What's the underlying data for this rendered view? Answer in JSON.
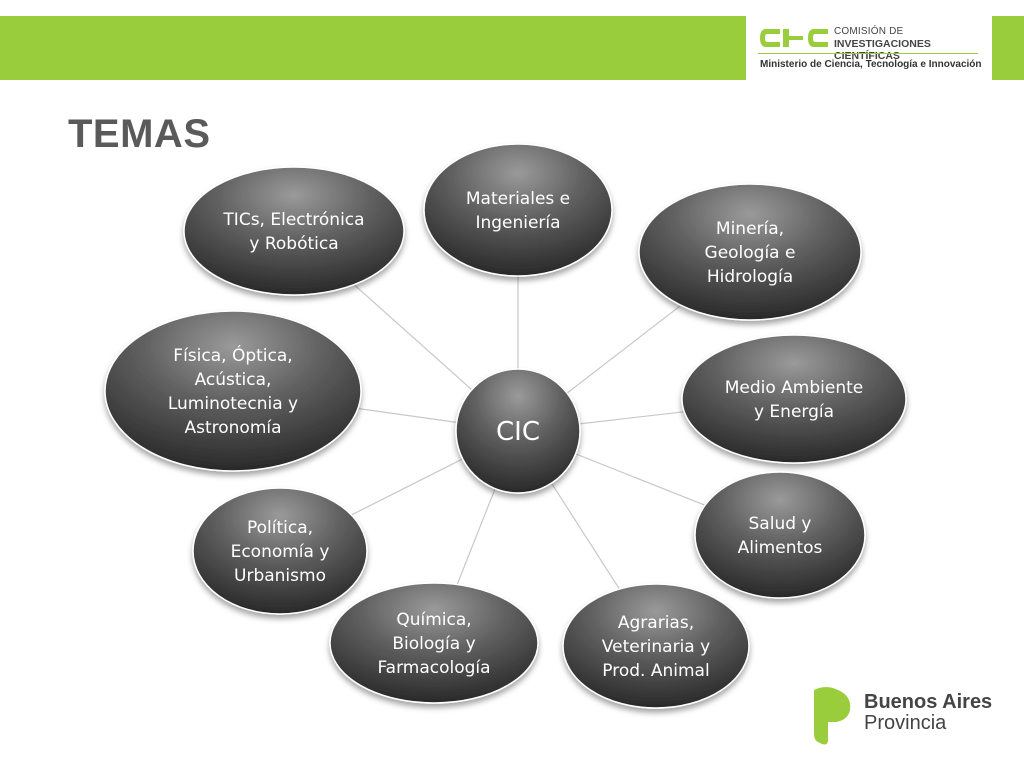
{
  "header": {
    "logo_line1": "COMISIÓN DE",
    "logo_line2": "INVESTIGACIONES CIENTÍFICAS",
    "logo_line3": "Ministerio de Ciencia, Tecnología e Innovación",
    "accent_color": "#9acd3c"
  },
  "title": "TEMAS",
  "diagram": {
    "center": {
      "label": "CIC"
    },
    "nodes": [
      {
        "id": "materiales",
        "lines": [
          "Materiales e",
          "Ingeniería"
        ]
      },
      {
        "id": "mineria",
        "lines": [
          "Minería,",
          "Geología e",
          "Hidrología"
        ]
      },
      {
        "id": "medio-ambiente",
        "lines": [
          "Medio Ambiente",
          "y Energía"
        ]
      },
      {
        "id": "salud",
        "lines": [
          "Salud y",
          "Alimentos"
        ]
      },
      {
        "id": "agrarias",
        "lines": [
          "Agrarias,",
          "Veterinaria y",
          "Prod. Animal"
        ]
      },
      {
        "id": "quimica",
        "lines": [
          "Química,",
          "Biología y",
          "Farmacología"
        ]
      },
      {
        "id": "politica",
        "lines": [
          "Política,",
          "Economía y",
          "Urbanismo"
        ]
      },
      {
        "id": "fisica",
        "lines": [
          "Física, Óptica,",
          "Acústica,",
          "Luminotecnia y",
          "Astronomía"
        ]
      },
      {
        "id": "tics",
        "lines": [
          "TICs, Electrónica",
          "y Robótica"
        ]
      }
    ]
  },
  "footer": {
    "brand_line1": "Buenos Aires",
    "brand_line2": "Provincia"
  }
}
